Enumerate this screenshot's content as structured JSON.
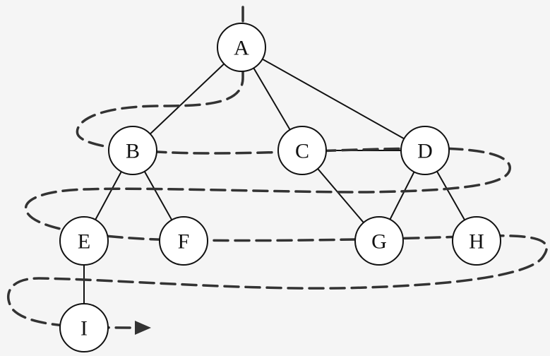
{
  "diagram": {
    "nodes": [
      {
        "id": "A",
        "label": "A"
      },
      {
        "id": "B",
        "label": "B"
      },
      {
        "id": "C",
        "label": "C"
      },
      {
        "id": "D",
        "label": "D"
      },
      {
        "id": "E",
        "label": "E"
      },
      {
        "id": "F",
        "label": "F"
      },
      {
        "id": "G",
        "label": "G"
      },
      {
        "id": "H",
        "label": "H"
      },
      {
        "id": "I",
        "label": "I"
      }
    ],
    "edges": [
      [
        "A",
        "B"
      ],
      [
        "A",
        "C"
      ],
      [
        "A",
        "D"
      ],
      [
        "B",
        "E"
      ],
      [
        "B",
        "F"
      ],
      [
        "C",
        "D"
      ],
      [
        "C",
        "G"
      ],
      [
        "D",
        "G"
      ],
      [
        "D",
        "H"
      ],
      [
        "E",
        "I"
      ]
    ],
    "traversal_order": [
      "A",
      "B",
      "C",
      "D",
      "E",
      "F",
      "G",
      "H",
      "I"
    ]
  }
}
